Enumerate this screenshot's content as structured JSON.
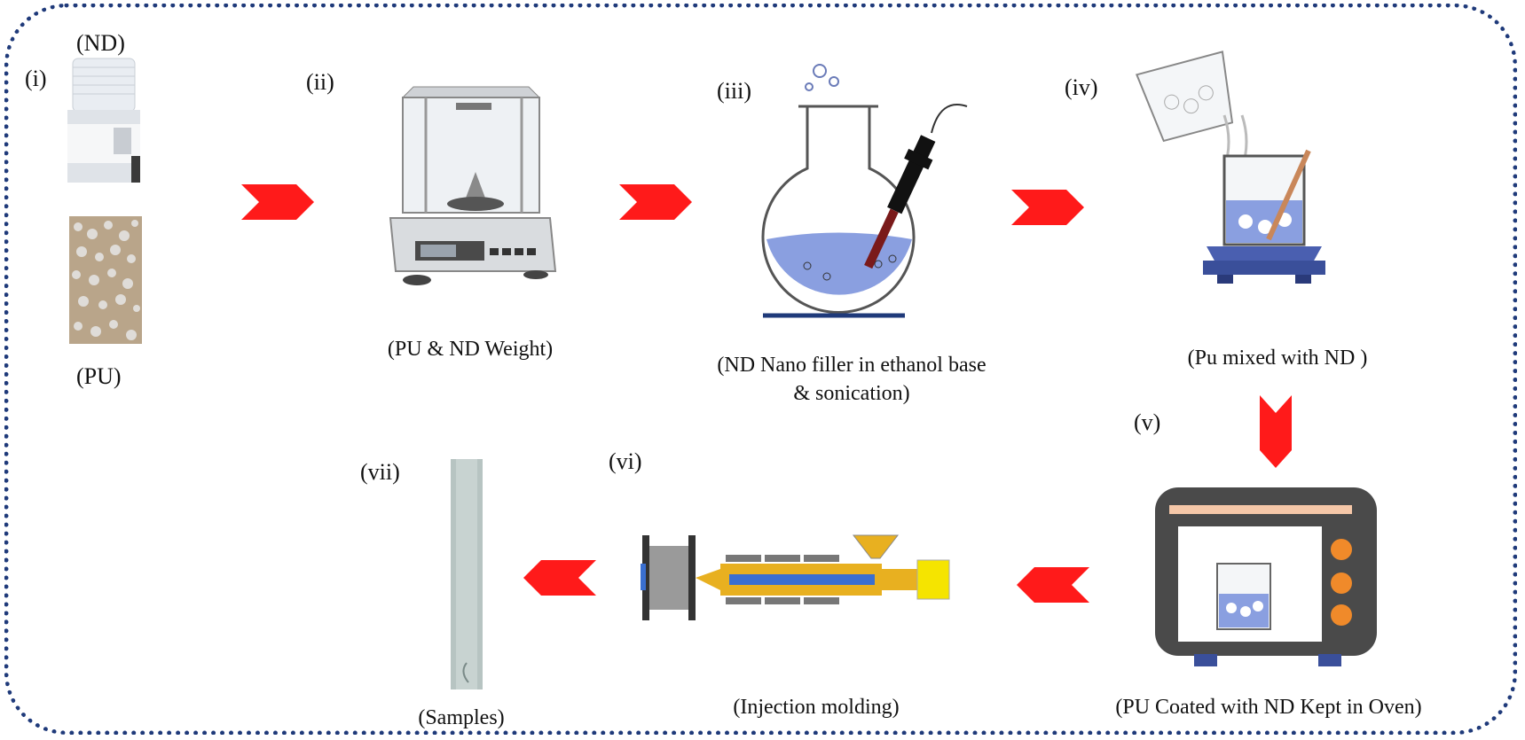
{
  "steps": {
    "s1": {
      "num": "(i)",
      "top_label": "(ND)",
      "bottom_label": "(PU)"
    },
    "s2": {
      "num": "(ii)",
      "caption": "(PU & ND Weight)"
    },
    "s3": {
      "num": "(iii)",
      "caption_line1": "(ND Nano filler  in ethanol base",
      "caption_line2": "& sonication)"
    },
    "s4": {
      "num": "(iv)",
      "caption": "(Pu mixed with ND )"
    },
    "s5": {
      "num": "(v)",
      "caption": "(PU Coated with ND Kept in Oven)"
    },
    "s6": {
      "num": "(vi)",
      "caption": "(Injection molding)"
    },
    "s7": {
      "num": "(vii)",
      "caption": "(Samples)"
    }
  },
  "colors": {
    "arrow": "#ff1a1a",
    "border": "#1f3a7a",
    "liquid": "#8a9fe0",
    "oven": "#4a4a4a",
    "knob": "#f08a2a"
  }
}
